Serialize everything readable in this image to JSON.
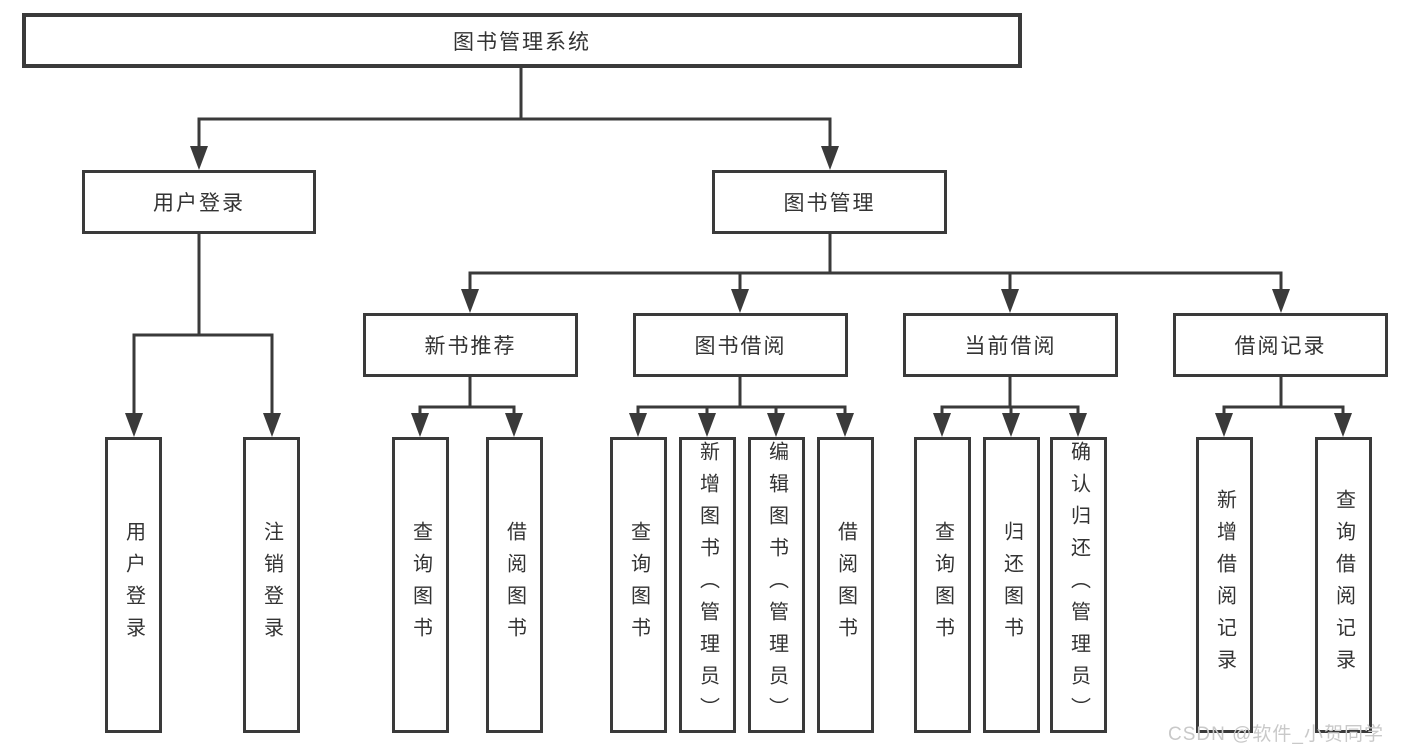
{
  "colors": {
    "line": "#3a3a3a",
    "text": "#333333",
    "watermark": "#c9c9c9",
    "background": "#ffffff"
  },
  "root": {
    "label": "图书管理系统"
  },
  "level2": [
    {
      "label": "用户登录"
    },
    {
      "label": "图书管理"
    }
  ],
  "level3": [
    {
      "label": "新书推荐",
      "parent": "图书管理"
    },
    {
      "label": "图书借阅",
      "parent": "图书管理"
    },
    {
      "label": "当前借阅",
      "parent": "图书管理"
    },
    {
      "label": "借阅记录",
      "parent": "图书管理"
    }
  ],
  "leaves": [
    {
      "label": "用户登录",
      "parent": "用户登录"
    },
    {
      "label": "注销登录",
      "parent": "用户登录"
    },
    {
      "label": "查询图书",
      "parent": "新书推荐"
    },
    {
      "label": "借阅图书",
      "parent": "新书推荐"
    },
    {
      "label": "查询图书",
      "parent": "图书借阅"
    },
    {
      "label": "新增图书（管理员）",
      "parent": "图书借阅"
    },
    {
      "label": "编辑图书（管理员）",
      "parent": "图书借阅"
    },
    {
      "label": "借阅图书",
      "parent": "图书借阅"
    },
    {
      "label": "查询图书",
      "parent": "当前借阅"
    },
    {
      "label": "归还图书",
      "parent": "当前借阅"
    },
    {
      "label": "确认归还（管理员）",
      "parent": "当前借阅"
    },
    {
      "label": "新增借阅记录",
      "parent": "借阅记录"
    },
    {
      "label": "查询借阅记录",
      "parent": "借阅记录"
    }
  ],
  "watermark": "CSDN @软件_小贺同学"
}
